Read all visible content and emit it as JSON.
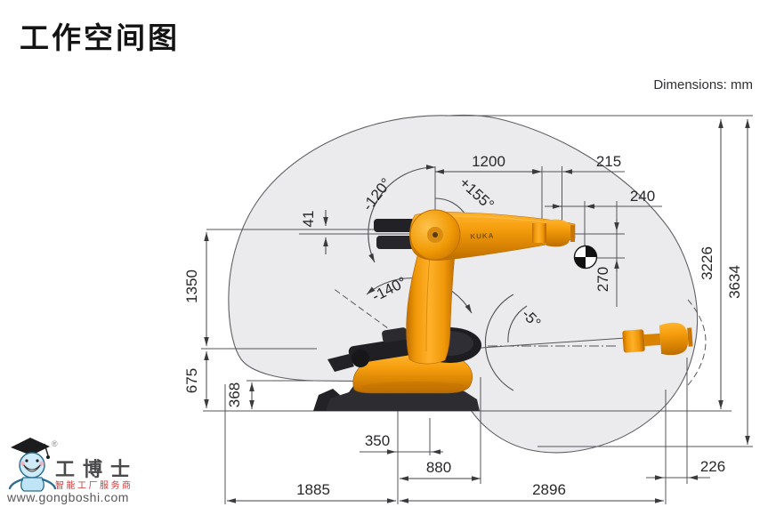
{
  "title": "工作空间图",
  "units_label": "Dimensions: mm",
  "robot": {
    "brand": "KUKA"
  },
  "dims": {
    "d1200": "1200",
    "d215": "215",
    "d240": "240",
    "d41": "41",
    "d1350": "1350",
    "d675": "675",
    "d368": "368",
    "d270": "270",
    "d3226": "3226",
    "d3634": "3634",
    "d350": "350",
    "d880": "880",
    "d1885": "1885",
    "d2896": "2896",
    "d226": "226"
  },
  "angles": {
    "a120": "-120°",
    "a155": "+155°",
    "a140": "-140°",
    "a5": "-5°"
  },
  "watermark": {
    "brand": "工博士",
    "tagline": "智能工厂服务商",
    "url": "www.gongboshi.com",
    "registered": "®"
  },
  "colors": {
    "kuka_orange": "#f59c0d",
    "dark_parts": "#26262b",
    "envelope_fill": "#ebebee",
    "envelope_stroke": "#5f6065",
    "line": "#4e4f53",
    "text": "#28282c",
    "logo_red": "#cf3a3a",
    "logo_blue": "#bfe4f5"
  }
}
